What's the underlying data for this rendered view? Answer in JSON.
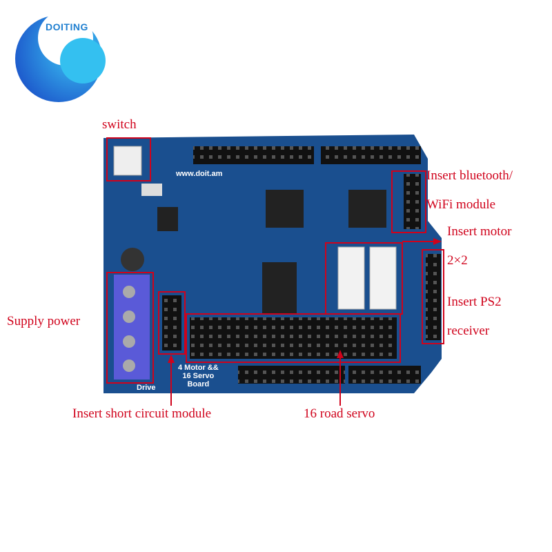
{
  "logo": {
    "text": "DOITING",
    "color": "#2a8fe0"
  },
  "board": {
    "website": "www.doit.am",
    "title_line1": "4 Motor &&",
    "title_line2": "16 Servo",
    "title_line3": "Board",
    "drive": "Drive",
    "color": "#1a4f8f"
  },
  "annotations": {
    "switch": "switch",
    "bluetooth_line1": "Insert bluetooth/",
    "bluetooth_line2": "WiFi module",
    "motor_line1": "Insert motor",
    "motor_line2": "2×2",
    "ps2_line1": "Insert PS2",
    "ps2_line2": "receiver",
    "supply": "Supply power",
    "short_circuit": "Insert short circuit module",
    "servo": "16 road servo",
    "color": "#d0021b"
  }
}
